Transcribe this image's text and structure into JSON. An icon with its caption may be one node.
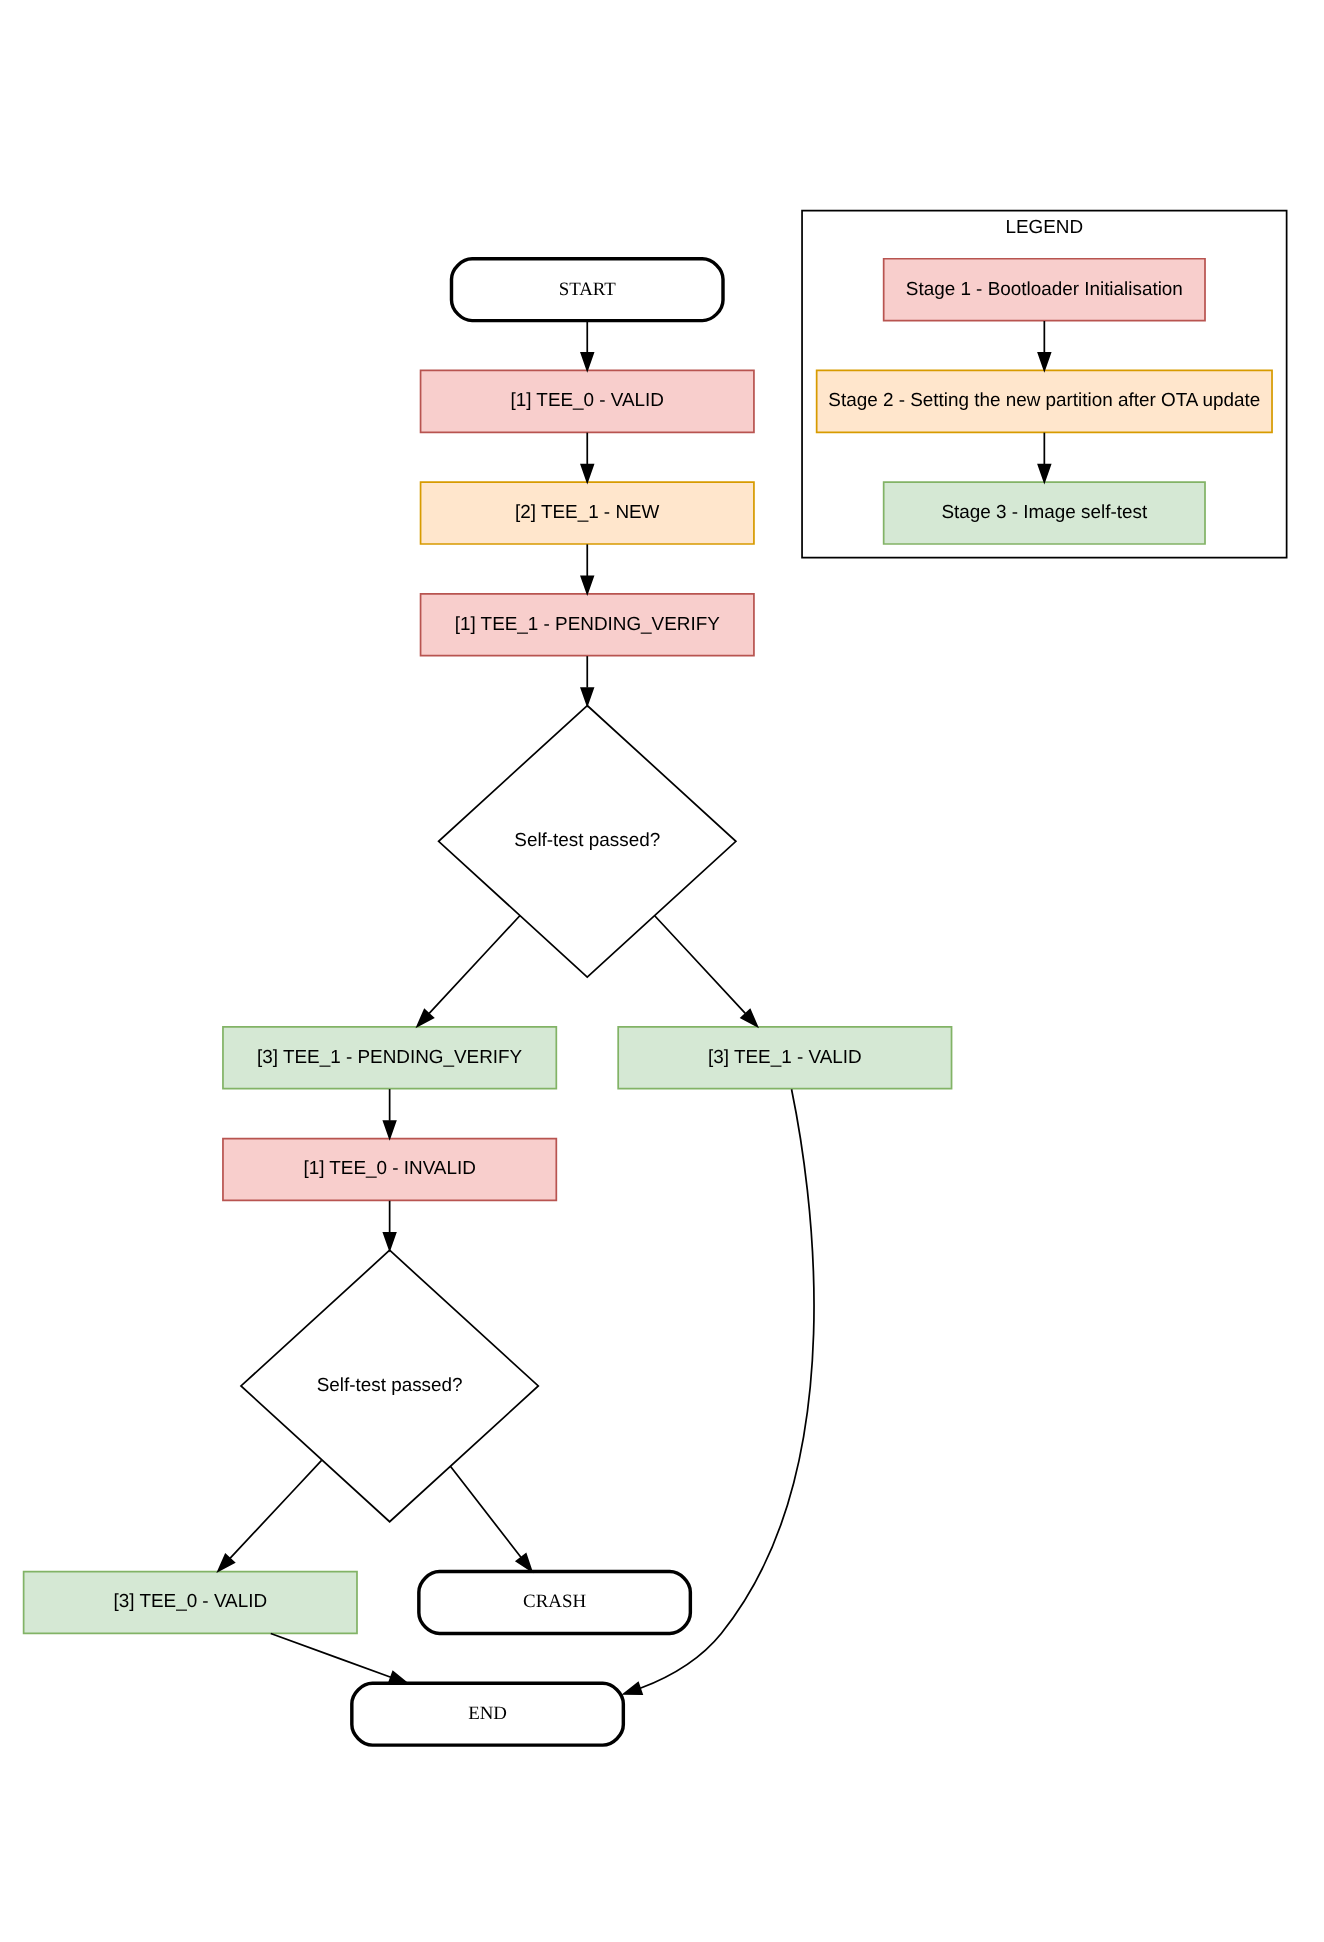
{
  "diagram": {
    "nodes": [
      {
        "text": [
          "START"
        ]
      },
      {
        "text": [
          "[1] TEE_0 - VALID"
        ]
      },
      {
        "text": [
          "[2] TEE_1 - NEW"
        ]
      },
      {
        "text": [
          "[1] TEE_1 - PENDING_VERIFY"
        ]
      },
      {
        "text": [
          "Self-test passed?"
        ]
      },
      {
        "text": [
          "[3] TEE_1 - PENDING_VERIFY"
        ]
      },
      {
        "text": [
          "[1] TEE_0 - INVALID"
        ]
      },
      {
        "text": [
          "Self-test passed?"
        ]
      },
      {
        "text": [
          "[3] TEE_1 - VALID"
        ]
      },
      {
        "text": [
          "[3] TEE_0 - VALID"
        ]
      },
      {
        "text": [
          "CRASH"
        ]
      },
      {
        "text": [
          "END"
        ]
      },
      {
        "text": [
          "LEGEND"
        ]
      },
      {
        "text": [
          "Stage 1 - Bootloader Initialisation"
        ],
        "in": 12
      },
      {
        "text": [
          "Stage 2 - Setting the new partition after OTA update"
        ],
        "in": 12
      },
      {
        "text": [
          "Stage 3 - Image self-test"
        ],
        "in": 12
      }
    ],
    "edges": [
      {
        "from": 0,
        "to": 1,
        "arrow": "to"
      },
      {
        "from": 1,
        "to": 2,
        "arrow": "to"
      },
      {
        "from": 2,
        "to": 3,
        "arrow": "to"
      },
      {
        "from": 3,
        "to": 4,
        "arrow": "to"
      },
      {
        "from": 4,
        "to": 8,
        "arrow": "to"
      },
      {
        "from": 4,
        "to": 5,
        "arrow": "to"
      },
      {
        "from": 5,
        "to": 6,
        "arrow": "to"
      },
      {
        "from": 6,
        "to": 7,
        "arrow": "to"
      },
      {
        "from": 7,
        "to": 9,
        "arrow": "to"
      },
      {
        "from": 7,
        "to": 10,
        "arrow": "to"
      },
      {
        "from": 8,
        "to": 11,
        "arrow": "to"
      },
      {
        "from": 9,
        "to": 11,
        "arrow": "to"
      },
      {
        "from": 13,
        "to": 14,
        "arrow": "to"
      },
      {
        "from": 14,
        "to": 15,
        "arrow": "to"
      }
    ]
  }
}
